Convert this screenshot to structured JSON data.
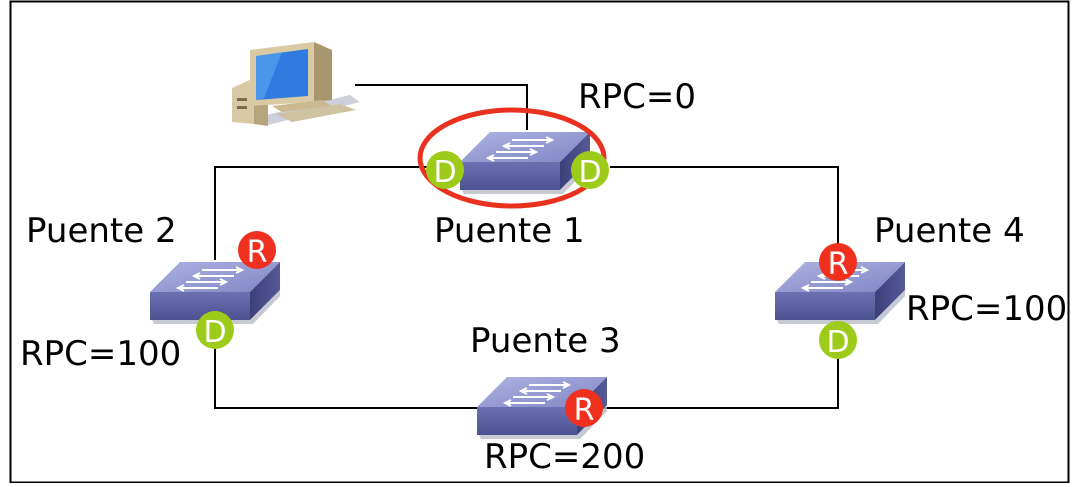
{
  "diagram": {
    "root_cost_label": "RPC=0",
    "bridges": [
      {
        "id": "b1",
        "label": "Puente 1",
        "rpc": ""
      },
      {
        "id": "b2",
        "label": "Puente 2",
        "rpc": "RPC=100"
      },
      {
        "id": "b3",
        "label": "Puente 3",
        "rpc": "RPC=200"
      },
      {
        "id": "b4",
        "label": "Puente 4",
        "rpc": "RPC=100"
      }
    ],
    "port_roles": {
      "designated": "D",
      "root": "R"
    },
    "colors": {
      "designated_port": "#9ccb19",
      "root_port": "#f0301e",
      "root_bridge_ring": "#e8321f",
      "link": "#000000",
      "switch_top": "#8a90c9",
      "switch_side": "#5a5f9a"
    },
    "icons": [
      "computer-icon",
      "switch-icon"
    ]
  }
}
